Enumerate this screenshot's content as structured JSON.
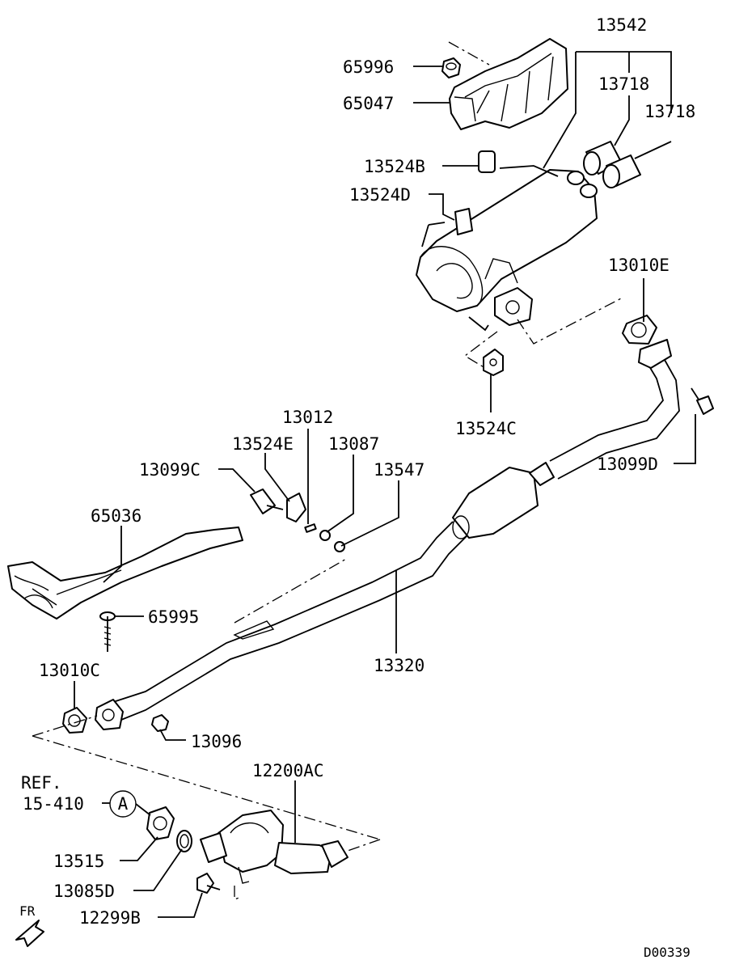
{
  "parts": [
    {
      "id": "p13542",
      "text": "13542"
    },
    {
      "id": "p65996",
      "text": "65996"
    },
    {
      "id": "p13718a",
      "text": "13718"
    },
    {
      "id": "p65047",
      "text": "65047"
    },
    {
      "id": "p13718b",
      "text": "13718"
    },
    {
      "id": "p13524B",
      "text": "13524B"
    },
    {
      "id": "p13524D",
      "text": "13524D"
    },
    {
      "id": "p13010E",
      "text": "13010E"
    },
    {
      "id": "p13524C",
      "text": "13524C"
    },
    {
      "id": "p13012",
      "text": "13012"
    },
    {
      "id": "p13524E",
      "text": "13524E"
    },
    {
      "id": "p13087",
      "text": "13087"
    },
    {
      "id": "p13099C",
      "text": "13099C"
    },
    {
      "id": "p13547",
      "text": "13547"
    },
    {
      "id": "p13099D",
      "text": "13099D"
    },
    {
      "id": "p65036",
      "text": "65036"
    },
    {
      "id": "p65995",
      "text": "65995"
    },
    {
      "id": "p13320",
      "text": "13320"
    },
    {
      "id": "p13010C",
      "text": "13010C"
    },
    {
      "id": "p13096",
      "text": "13096"
    },
    {
      "id": "p12200AC",
      "text": "12200AC"
    },
    {
      "id": "p13515",
      "text": "13515"
    },
    {
      "id": "p13085D",
      "text": "13085D"
    },
    {
      "id": "p12299B",
      "text": "12299B"
    }
  ],
  "reference": {
    "line1": "REF.",
    "line2": "15-410",
    "marker": "A"
  },
  "direction": "FR",
  "drawing_code": "D00339"
}
